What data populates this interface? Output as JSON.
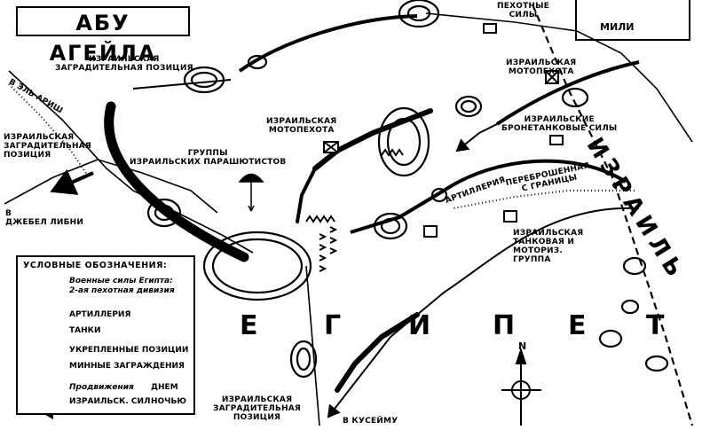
{
  "title": "АБУ АГЕЙЛА",
  "scale_label": "МИЛИ",
  "country_egypt": [
    "Е",
    "Г",
    "И",
    "П",
    "Е",
    "Т"
  ],
  "country_israel": "ИЗРАИЛЬ",
  "labels": {
    "blocking_nw": [
      "ИЗРАИЛЬСКАЯ",
      "ЗАГРАДИТЕЛЬНАЯ ПОЗИЦИЯ"
    ],
    "motor_ne": [
      "ИЗРАИЛЬСКАЯ",
      "МОТОПЕХОТА"
    ],
    "to_el_arish": "В ЭЛЬ АРИШ",
    "blocking_w": [
      "ИЗРАИЛЬСКАЯ",
      "ЗАГРАДИТЕЛЬНАЯ",
      "ПОЗИЦИЯ"
    ],
    "motor_center": [
      "ИЗРАИЛЬСКАЯ",
      "МОТОПЕХОТА"
    ],
    "armored": [
      "ИЗРАИЛЬСКИЕ",
      "БРОНЕТАНКОВЫЕ СИЛЫ"
    ],
    "paratroopers": [
      "ГРУППЫ",
      "ИЗРАИЛЬСКИХ ПАРАШЮТИСТОВ"
    ],
    "to_jebel_libni": [
      "В",
      "ДЖЕБЕЛ ЛИБНИ"
    ],
    "artillery_transfer": [
      "АРТИЛЛЕРИЯ",
      "ПЕРЕБРОШЕННАЯ",
      "С ГРАНИЦЫ"
    ],
    "tank_group": [
      "ИЗРАИЛЬСКАЯ",
      "ТАНКОВАЯ И",
      "МОТОРИЗ.",
      "ГРУППА"
    ],
    "blocking_s": [
      "ИЗРАИЛЬСКАЯ",
      "ЗАГРАДИТЕЛЬНАЯ",
      "ПОЗИЦИЯ"
    ],
    "to_kuseima": "В КУСЕЙМУ",
    "top_forces": [
      "ПЕХОТНЫЕ",
      "СИЛЫ"
    ],
    "north_letter": "N"
  },
  "legend": {
    "title": "УСЛОВНЫЕ ОБОЗНАЧЕНИЯ:",
    "egypt_forces": [
      "Военные силы Египта:",
      "2-ая пехотная дивизия"
    ],
    "artillery": "АРТИЛЛЕРИЯ",
    "tanks": "ТАНКИ",
    "fortified": "УКРЕПЛЕННЫЕ ПОЗИЦИИ",
    "mines": "МИННЫЕ ЗАГРАЖДЕНИЯ",
    "advance": "Продвижения",
    "israeli": "ИЗРАИЛЬСК. СИЛ",
    "day": "ДНЕМ",
    "night": "НОЧЬЮ"
  }
}
